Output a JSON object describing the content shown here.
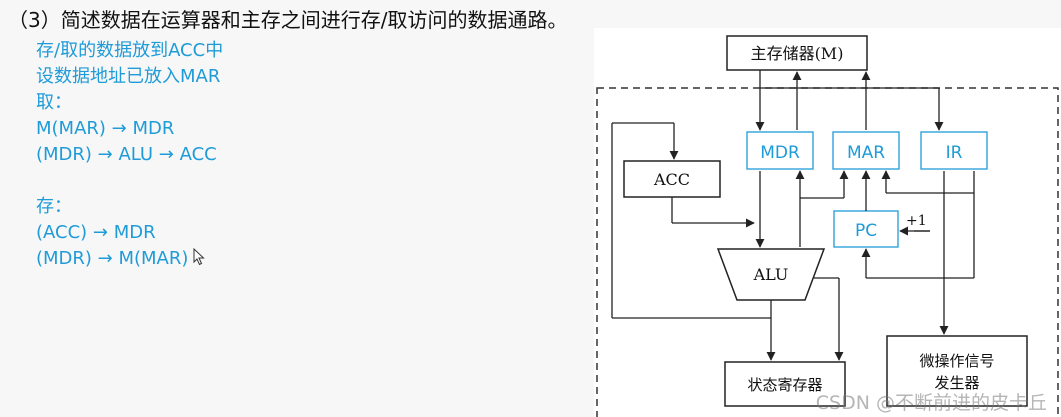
{
  "question": {
    "text": "（3）简述数据在运算器和主存之间进行存/取访问的数据通路。"
  },
  "answer": {
    "lines": [
      "存/取的数据放到ACC中",
      "设数据地址已放入MAR",
      "取：",
      "M(MAR) → MDR",
      "(MDR) → ALU → ACC",
      "",
      "存：",
      "(ACC) → MDR",
      "(MDR) → M(MAR)"
    ],
    "color": "#1f9bd8"
  },
  "diagram": {
    "main_memory": "主存储器(M)",
    "acc": "ACC",
    "mdr": "MDR",
    "mar": "MAR",
    "ir": "IR",
    "pc": "PC",
    "pc_increment": "+1",
    "alu": "ALU",
    "status_register": "状态寄存器",
    "micro_op_line1": "微操作信号",
    "micro_op_line2": "发生器",
    "highlight_color": "#1f9bd8"
  },
  "watermark": "CSDN @不断前进的皮卡丘",
  "icons": {
    "cursor": "mouse-pointer-icon"
  }
}
